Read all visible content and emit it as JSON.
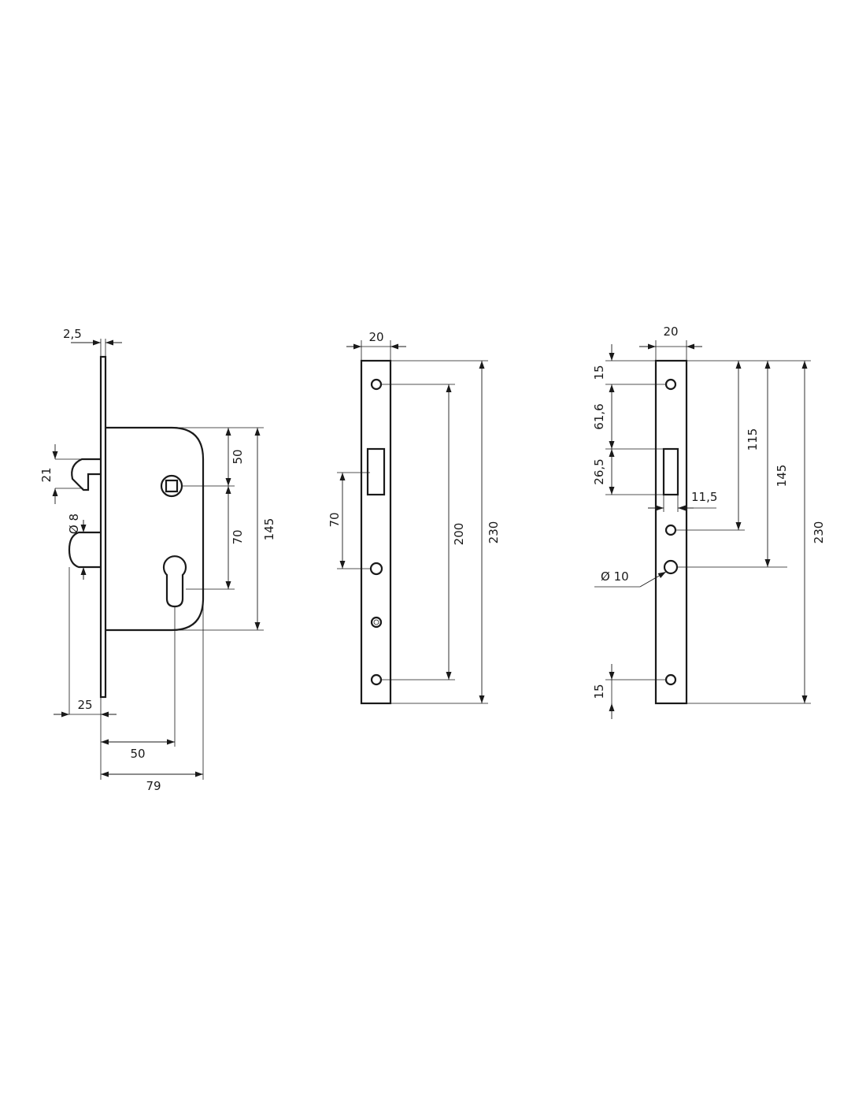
{
  "drawing": {
    "colors": {
      "line": "#1a1a1a",
      "background": "#ffffff"
    },
    "side_view": {
      "labels": {
        "faceplate_thickness": "2,5",
        "top_to_spindle": "50",
        "spindle_to_cylinder": "70",
        "case_height": "145",
        "latch_height": "21",
        "bolt_diameter": "Ø 8",
        "bolt_offset": "25",
        "backset": "50",
        "case_depth": "79"
      }
    },
    "front_view": {
      "labels": {
        "width": "20",
        "hole_spacing": "200",
        "length": "230",
        "latch_to_hole": "70"
      }
    },
    "strike_view": {
      "labels": {
        "width": "20",
        "top_hole": "15",
        "hole_to_slot": "61,6",
        "slot_height": "26,5",
        "slot_width": "11,5",
        "to_small_hole": "115",
        "to_large_hole": "145",
        "length": "230",
        "large_hole_diameter": "Ø 10",
        "bottom_hole": "15"
      }
    }
  }
}
